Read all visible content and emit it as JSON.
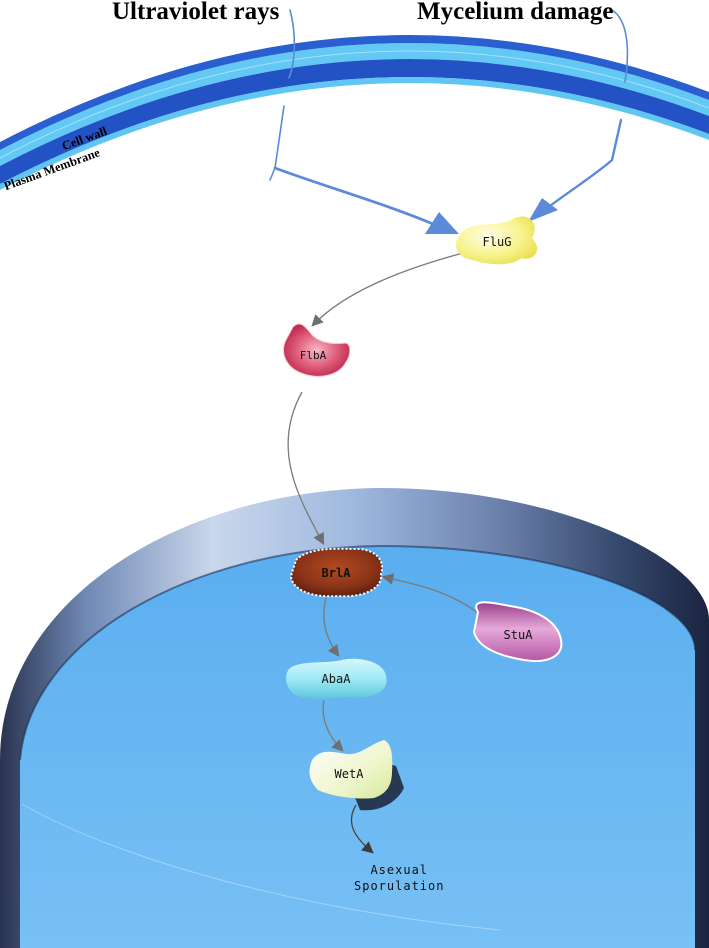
{
  "title": {
    "left": "Ultraviolet rays",
    "right": "Mycelium damage"
  },
  "membrane": {
    "cell_wall": "Cell wall",
    "plasma_membrane": "Plasma Membrane"
  },
  "proteins": {
    "flug": "FluG",
    "flba": "FlbA",
    "bria": "BrlA",
    "stua": "StuA",
    "abaa": "AbaA",
    "weta": "WetA"
  },
  "output": {
    "line1": "Asexual",
    "line2": "Sporulation"
  },
  "colors": {
    "membrane_light": "#5fc8f5",
    "membrane_dark": "#2256c9",
    "arrow_blue": "#5b8ad8",
    "dish_fill": "#6ab6f0",
    "dish_wall_dark": "#1c2b4a",
    "flug": "#f4ef7c",
    "flba": "#d33a5c",
    "bria": "#8a3318",
    "stua": "#c46ab6",
    "abaa": "#8ee4f2",
    "weta": "#f0f7d0"
  }
}
